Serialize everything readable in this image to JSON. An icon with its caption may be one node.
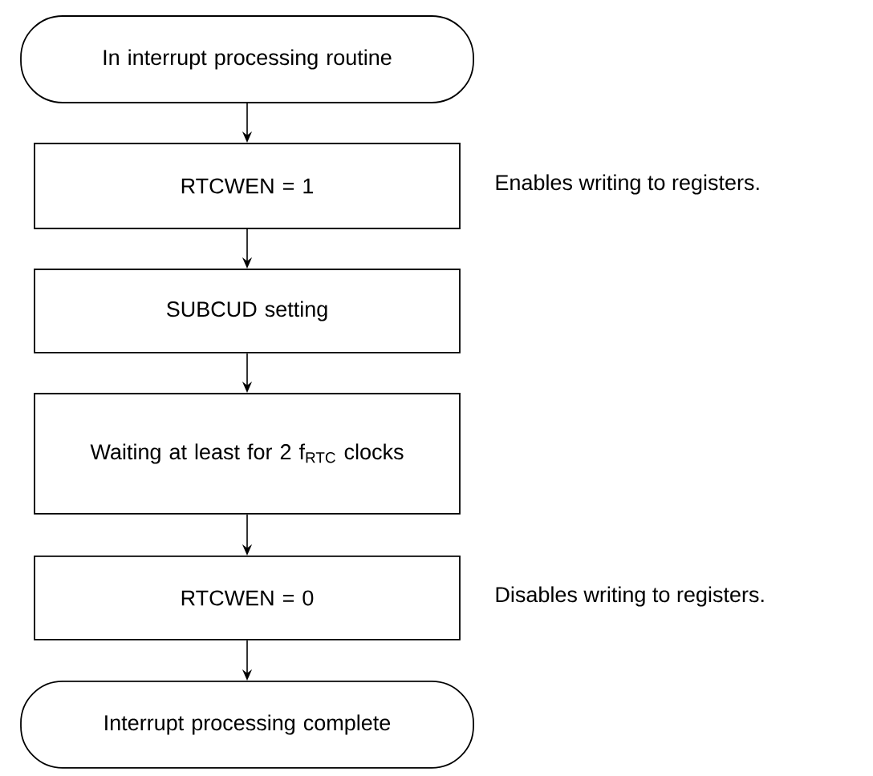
{
  "diagram": {
    "nodes": [
      {
        "text": [
          "In interrupt processing routine"
        ]
      },
      {
        "text": [
          "RTCWEN = 1"
        ],
        "beside": [
          "Enables writing to registers."
        ]
      },
      {
        "text": [
          "SUBCUD setting"
        ]
      },
      {
        "text": [
          "Waiting at least for 2 f$_{RTC}$ clocks"
        ]
      },
      {
        "text": [
          "RTCWEN = 0"
        ],
        "beside": [
          "Disables writing to registers."
        ]
      },
      {
        "text": [
          "Interrupt processing complete"
        ]
      }
    ],
    "edges": [
      {
        "from": 0,
        "to": 1,
        "arrow": "to"
      },
      {
        "from": 1,
        "to": 2,
        "arrow": "to"
      },
      {
        "from": 2,
        "to": 3,
        "arrow": "to"
      },
      {
        "from": 3,
        "to": 4,
        "arrow": "to"
      },
      {
        "from": 4,
        "to": 5,
        "arrow": "to"
      }
    ]
  }
}
